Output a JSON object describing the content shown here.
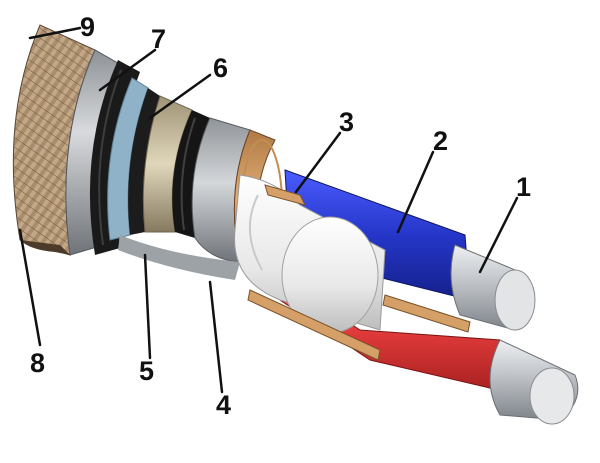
{
  "callouts": [
    {
      "id": "1",
      "text": "1"
    },
    {
      "id": "2",
      "text": "2"
    },
    {
      "id": "3",
      "text": "3"
    },
    {
      "id": "4",
      "text": "4"
    },
    {
      "id": "5",
      "text": "5"
    },
    {
      "id": "6",
      "text": "6"
    },
    {
      "id": "7",
      "text": "7"
    },
    {
      "id": "8",
      "text": "8"
    },
    {
      "id": "9",
      "text": "9"
    }
  ],
  "colors": {
    "background": "#ffffff",
    "conductor": "#c9ccd1",
    "insulation_blue": "#2f3fd6",
    "insulation_red": "#e23b3b",
    "insulation_white": "#f2f2f2",
    "filler": "#d9a36a",
    "tape": "#c7b89a",
    "armor": "#1b1b1b",
    "sheath": "#b3b7bb",
    "outer_cover": "#a88a6a",
    "text": "#111111"
  }
}
